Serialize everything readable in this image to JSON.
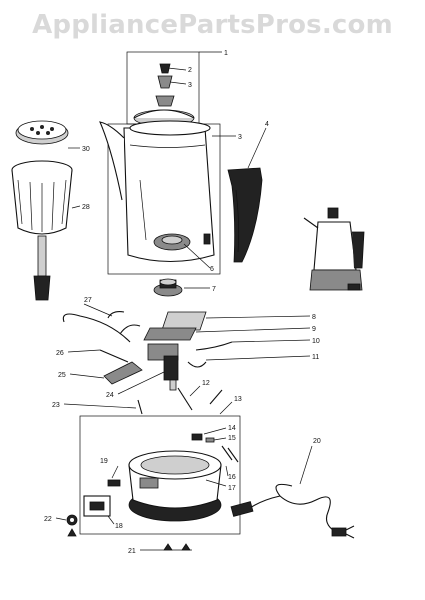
{
  "watermark": "AppliancePartsPros.com",
  "callouts": [
    {
      "id": "1",
      "text": "1"
    },
    {
      "id": "2",
      "text": "2"
    },
    {
      "id": "3",
      "text": "3"
    },
    {
      "id": "3b",
      "text": "3"
    },
    {
      "id": "4",
      "text": "4"
    },
    {
      "id": "6",
      "text": "6"
    },
    {
      "id": "7",
      "text": "7"
    },
    {
      "id": "8",
      "text": "8"
    },
    {
      "id": "9",
      "text": "9"
    },
    {
      "id": "10",
      "text": "10"
    },
    {
      "id": "11",
      "text": "11"
    },
    {
      "id": "12",
      "text": "12"
    },
    {
      "id": "13",
      "text": "13"
    },
    {
      "id": "14",
      "text": "14"
    },
    {
      "id": "15",
      "text": "15"
    },
    {
      "id": "16",
      "text": "16"
    },
    {
      "id": "17",
      "text": "17"
    },
    {
      "id": "18",
      "text": "18"
    },
    {
      "id": "19",
      "text": "19"
    },
    {
      "id": "20",
      "text": "20"
    },
    {
      "id": "21",
      "text": "21"
    },
    {
      "id": "22",
      "text": "22"
    },
    {
      "id": "23",
      "text": "23"
    },
    {
      "id": "24",
      "text": "24"
    },
    {
      "id": "25",
      "text": "25"
    },
    {
      "id": "26",
      "text": "26"
    },
    {
      "id": "27",
      "text": "27"
    },
    {
      "id": "28",
      "text": "28"
    },
    {
      "id": "30",
      "text": "30"
    }
  ]
}
